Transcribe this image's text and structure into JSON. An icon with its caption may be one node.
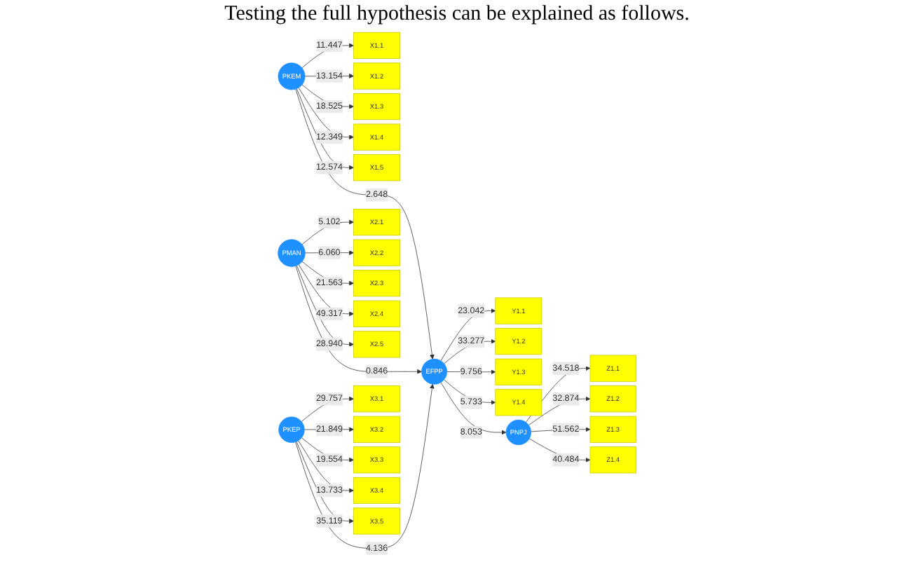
{
  "diagram": {
    "title": "Testing the full hypothesis can be explained as follows.",
    "nodes": [
      {
        "text": [
          "X1.1"
        ]
      },
      {
        "text": [
          "X1.2"
        ]
      },
      {
        "text": [
          "X1.3"
        ]
      },
      {
        "text": [
          "X1.4"
        ]
      },
      {
        "text": [
          "X1.5"
        ]
      },
      {
        "text": [
          "PKEM"
        ]
      },
      {
        "text": [
          "X2.1"
        ]
      },
      {
        "text": [
          "X2.2"
        ]
      },
      {
        "text": [
          "X2.3"
        ]
      },
      {
        "text": [
          "X2.4"
        ]
      },
      {
        "text": [
          "X2.5"
        ]
      },
      {
        "text": [
          "PMAN"
        ]
      },
      {
        "text": [
          "X3.1"
        ]
      },
      {
        "text": [
          "X3.2"
        ]
      },
      {
        "text": [
          "X3.3"
        ]
      },
      {
        "text": [
          "X3.4"
        ]
      },
      {
        "text": [
          "X3.5"
        ]
      },
      {
        "text": [
          "PKEP"
        ]
      },
      {
        "text": [
          "EFPP"
        ]
      },
      {
        "text": [
          "Y1.1"
        ]
      },
      {
        "text": [
          "Y1.2"
        ]
      },
      {
        "text": [
          "Y1.3"
        ]
      },
      {
        "text": [
          "Y1.4"
        ]
      },
      {
        "text": [
          "PNPJ"
        ]
      },
      {
        "text": [
          "Z1.1"
        ]
      },
      {
        "text": [
          "Z1.2"
        ]
      },
      {
        "text": [
          "Z1.3"
        ]
      },
      {
        "text": [
          "Z1.4"
        ]
      }
    ],
    "edges": [
      {
        "from": 5,
        "to": 0,
        "label": "11.447",
        "arrow": "to"
      },
      {
        "from": 5,
        "to": 1,
        "label": "13.154",
        "arrow": "to"
      },
      {
        "from": 5,
        "to": 2,
        "label": "18.525",
        "arrow": "to"
      },
      {
        "from": 5,
        "to": 3,
        "label": "12.349",
        "arrow": "to"
      },
      {
        "from": 5,
        "to": 4,
        "label": "12.574",
        "arrow": "to"
      },
      {
        "from": 11,
        "to": 6,
        "label": "5.102",
        "arrow": "to"
      },
      {
        "from": 11,
        "to": 7,
        "label": "6.060",
        "arrow": "to"
      },
      {
        "from": 11,
        "to": 8,
        "label": "21.563",
        "arrow": "to"
      },
      {
        "from": 11,
        "to": 9,
        "label": "49.317",
        "arrow": "to"
      },
      {
        "from": 11,
        "to": 10,
        "label": "28.940",
        "arrow": "to"
      },
      {
        "from": 17,
        "to": 12,
        "label": "29.757",
        "arrow": "to"
      },
      {
        "from": 17,
        "to": 13,
        "label": "21.849",
        "arrow": "to"
      },
      {
        "from": 17,
        "to": 14,
        "label": "19.554",
        "arrow": "to"
      },
      {
        "from": 17,
        "to": 15,
        "label": "13.733",
        "arrow": "to"
      },
      {
        "from": 17,
        "to": 16,
        "label": "35.119",
        "arrow": "to"
      },
      {
        "from": 5,
        "to": 18,
        "label": "2.648",
        "arrow": "to"
      },
      {
        "from": 11,
        "to": 18,
        "label": "0.846",
        "arrow": "to"
      },
      {
        "from": 17,
        "to": 18,
        "label": "4.136",
        "arrow": "to"
      },
      {
        "from": 18,
        "to": 19,
        "label": "23.042",
        "arrow": "to"
      },
      {
        "from": 18,
        "to": 20,
        "label": "33.277",
        "arrow": "to"
      },
      {
        "from": 18,
        "to": 21,
        "label": "9.756",
        "arrow": "to"
      },
      {
        "from": 18,
        "to": 22,
        "label": "5.733",
        "arrow": "to"
      },
      {
        "from": 18,
        "to": 23,
        "label": "8.053",
        "arrow": "to"
      },
      {
        "from": 23,
        "to": 24,
        "label": "34.518",
        "arrow": "to"
      },
      {
        "from": 23,
        "to": 25,
        "label": "32.874",
        "arrow": "to"
      },
      {
        "from": 23,
        "to": 26,
        "label": "51.562",
        "arrow": "to"
      },
      {
        "from": 23,
        "to": 27,
        "label": "40.484",
        "arrow": "to"
      }
    ]
  }
}
